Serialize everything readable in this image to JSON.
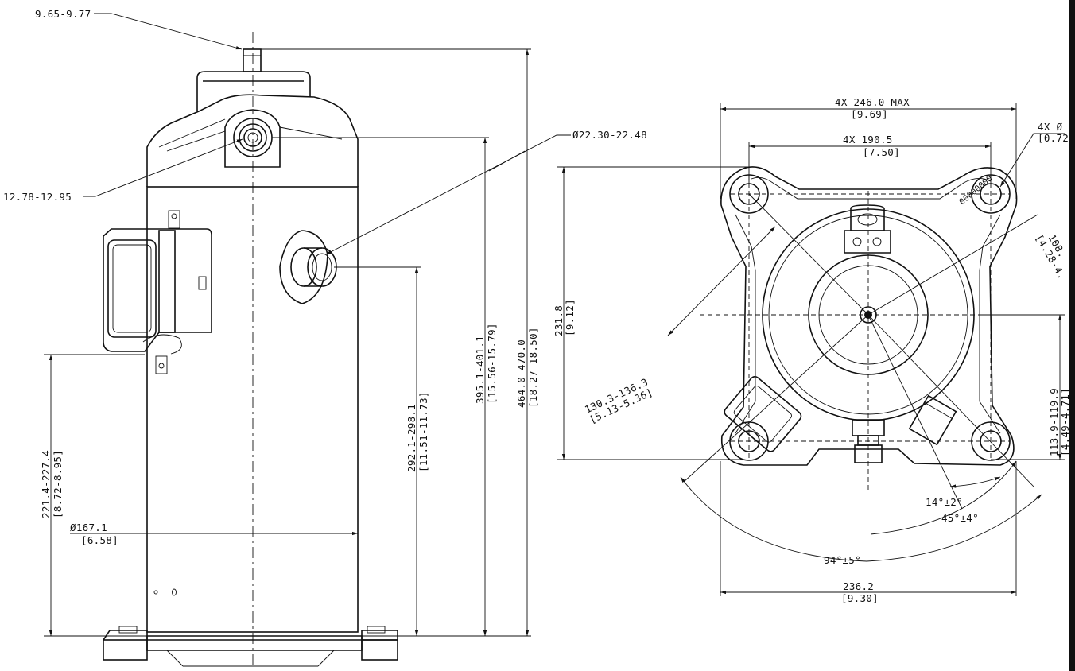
{
  "side_view": {
    "top_fitting_dim": "9.65-9.77",
    "port_fitting_dim": "12.78-12.95",
    "shell_dia_mm": "Ø167.1",
    "shell_dia_in": "[6.58]",
    "foot_height_mm": "221.4-227.4",
    "foot_height_in": "[8.72-8.95]",
    "suction_height_mm": "292.1-298.1",
    "suction_height_in": "[11.51-11.73]",
    "discharge_height_mm": "395.1-401.1",
    "discharge_height_in": "[15.56-15.79]",
    "overall_height_mm": "464.0-470.0",
    "overall_height_in": "[18.27-18.50]"
  },
  "top_view": {
    "suction_dia": "Ø22.30-22.48",
    "max_width_mm": "4X 246.0 MAX",
    "max_width_in": "[9.69]",
    "hole_spacing_mm": "4X 190.5",
    "hole_spacing_in": "[7.50]",
    "hole_dia_mm": "4X Ø",
    "hole_dia_in": "[0.72",
    "depth_mm": "231.8",
    "depth_in": "[9.12]",
    "right_offset_mm": "108.",
    "right_offset_in": "[4.28-4.",
    "side_offset_mm": "113.9-119.9",
    "side_offset_in": "[4.49-4.71]",
    "diag_mm": "130.3-136.3",
    "diag_in": "[5.13-5.36]",
    "angle_small": "14°±2°",
    "angle_mid": "45°±4°",
    "angle_large": "94°±5°",
    "base_width_mm": "236.2",
    "base_width_in": "[9.30]",
    "label_marking": "00000000"
  }
}
